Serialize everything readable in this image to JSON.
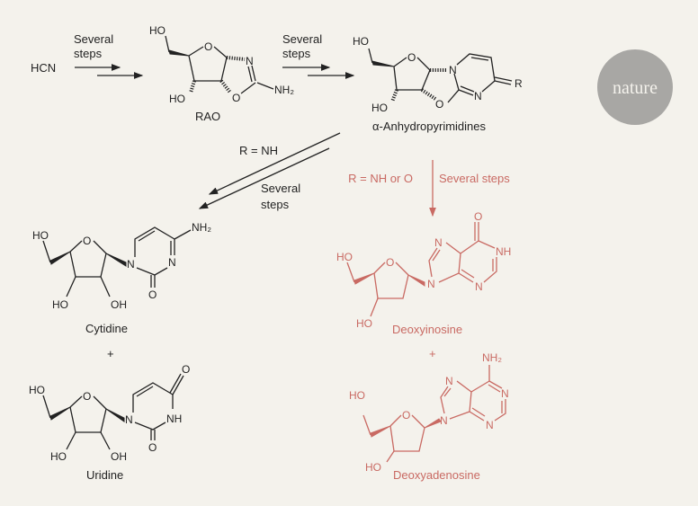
{
  "start": "HCN",
  "step_label_line1": "Several",
  "step_label_line2": "steps",
  "compounds": {
    "rao": "RAO",
    "anhydro": "α-Anhydropyrimidines",
    "cytidine": "Cytidine",
    "uridine": "Uridine",
    "deoxyinosine": "Deoxyinosine",
    "deoxyadenosine": "Deoxyadenosine"
  },
  "conditions": {
    "left": "R = NH",
    "right": "R = NH or O",
    "right_steps": "Several steps"
  },
  "plus": "+",
  "atoms": {
    "HO": "HO",
    "OH": "OH",
    "O": "O",
    "N": "N",
    "NH": "NH",
    "NH2": "NH₂",
    "R": "R"
  },
  "logo": "nature",
  "colors": {
    "background": "#f4f2ec",
    "deoxy": "#c96a63",
    "logo": "#a8a7a4"
  }
}
